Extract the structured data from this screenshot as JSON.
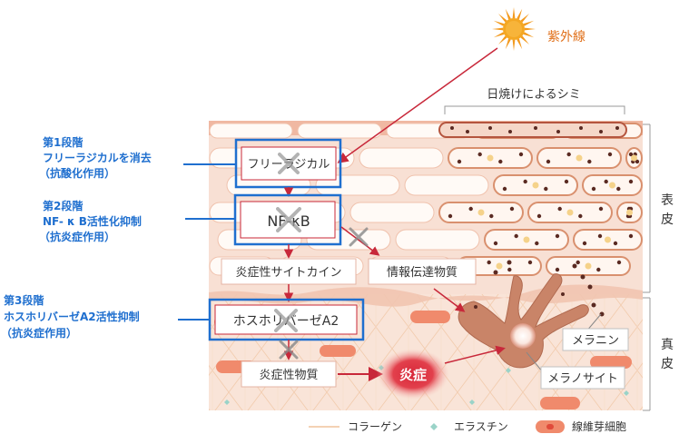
{
  "sun_label": "紫外線",
  "sunburn_spots_label": "日焼けによるシミ",
  "layers": {
    "epidermis": "表皮",
    "dermis": "真皮"
  },
  "stages": [
    {
      "title": "第1段階",
      "line1": "フリーラジカルを消去",
      "line2": "（抗酸化作用）"
    },
    {
      "title": "第2段階",
      "line1": "NF- κ B活性化抑制",
      "line2": "（抗炎症作用）"
    },
    {
      "title": "第3段階",
      "line1": "ホスホリバーゼA2活性抑制",
      "line2": "（抗炎症作用）"
    }
  ],
  "flow": {
    "free_radical": "フリーラジカル",
    "nfkb": "NF-κB",
    "cytokine": "炎症性サイトカイン",
    "info_transmitter": "情報伝達物質",
    "phospholipase": "ホスホリバーゼA2",
    "inflammatory_substance": "炎症性物質",
    "inflammation": "炎症"
  },
  "cells": {
    "melanin": "メラニン",
    "melanocyte": "メラノサイト"
  },
  "legend": {
    "collagen": "コラーゲン",
    "elastin": "エラスチン",
    "fibroblast": "線維芽細胞"
  },
  "colors": {
    "stage_blue": "#1f6fcf",
    "arrow_red": "#c8283a",
    "skin_pink": "#f6d9cc",
    "cell_outline": "#e8a88e",
    "melanocyte_brown": "#c07a5c",
    "inflammation_red": "#d8283a",
    "sun_orange": "#f39a1e"
  }
}
